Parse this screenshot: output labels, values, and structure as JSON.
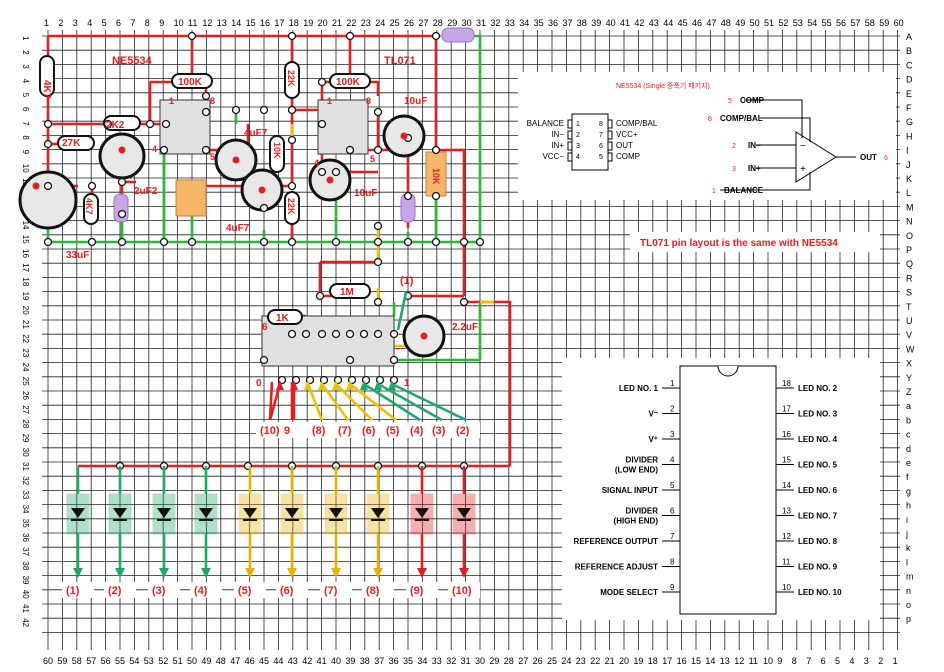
{
  "grid": {
    "top_numbers": [
      "1",
      "2",
      "3",
      "4",
      "5",
      "6",
      "7",
      "8",
      "9",
      "10",
      "11",
      "12",
      "13",
      "14",
      "15",
      "16",
      "17",
      "18",
      "19",
      "20",
      "21",
      "22",
      "23",
      "24",
      "25",
      "26",
      "27",
      "28",
      "29",
      "30",
      "31",
      "32",
      "33",
      "34",
      "35",
      "36",
      "37",
      "38",
      "39",
      "40",
      "41",
      "42",
      "43",
      "44",
      "45",
      "46",
      "47",
      "48",
      "49",
      "50",
      "51",
      "52",
      "53",
      "54",
      "55",
      "56",
      "57",
      "58",
      "59",
      "60"
    ],
    "bottom_numbers": [
      "60",
      "59",
      "58",
      "57",
      "56",
      "55",
      "54",
      "53",
      "52",
      "51",
      "50",
      "49",
      "48",
      "47",
      "46",
      "45",
      "44",
      "43",
      "42",
      "41",
      "40",
      "39",
      "38",
      "37",
      "36",
      "35",
      "34",
      "33",
      "32",
      "31",
      "30",
      "29",
      "28",
      "27",
      "26",
      "25",
      "24",
      "23",
      "22",
      "21",
      "20",
      "19",
      "18",
      "17",
      "16",
      "15",
      "14",
      "13",
      "12",
      "11",
      "10",
      "9",
      "8",
      "7",
      "6",
      "5",
      "4",
      "3",
      "2",
      "1"
    ],
    "left_numbers": [
      "1",
      "2",
      "3",
      "4",
      "5",
      "6",
      "7",
      "8",
      "9",
      "10",
      "11",
      "12",
      "13",
      "14",
      "15",
      "16",
      "17",
      "18",
      "19",
      "20",
      "21",
      "22",
      "23",
      "24",
      "25",
      "26",
      "27",
      "28",
      "29",
      "30",
      "31",
      "32",
      "33",
      "34",
      "35",
      "36",
      "37",
      "38",
      "39",
      "40",
      "41",
      "42"
    ],
    "right_letters": [
      "A",
      "B",
      "C",
      "D",
      "E",
      "F",
      "G",
      "H",
      "I",
      "J",
      "K",
      "L",
      "M",
      "N",
      "O",
      "P",
      "Q",
      "R",
      "S",
      "T",
      "U",
      "V",
      "W",
      "X",
      "Y",
      "Z",
      "a",
      "b",
      "c",
      "d",
      "e",
      "f",
      "g",
      "h",
      "i",
      "j",
      "k",
      "l",
      "m",
      "n",
      "o",
      "p"
    ]
  },
  "components": {
    "ic1_label": "NE5534",
    "ic2_label": "TL071",
    "r_4k7_a": "4K7",
    "r_27k": "27K",
    "r_2k2": "2K2",
    "r_100k_a": "100K",
    "r_100k_b": "100K",
    "r_22k_top": "22K",
    "r_10k": "10K",
    "r_22k_bot": "22K",
    "r_4k7_b": "4K7",
    "r_1m": "1M",
    "r_1k": "1K",
    "r_10k_right": "10K",
    "c_4uf7_a": "4uF7",
    "c_4uf7_b": "4uF7",
    "c_10uf_a": "10uF",
    "c_10uf_b": "10uF",
    "c_2uf2": "2uF2",
    "c_33uf": "33uF",
    "c_2_2uf": "2.2uF",
    "pin_1_a": "1",
    "pin_8_a": "8",
    "pin_4_a": "4",
    "pin_1_b": "1",
    "pin_8_b": "8",
    "pin_4_b": "4",
    "pin_5_b": "5",
    "pin_5_a": "5",
    "lm_pin_label_10": "10",
    "lm_pin_label_1": "1",
    "lm_pin_label_6": "6",
    "minus_label": "-",
    "pin_0": "0"
  },
  "led_channel_labels": [
    "(10)",
    "9",
    "(8)",
    "(7)",
    "(6)",
    "(5)",
    "(4)",
    "(3)",
    "(2)"
  ],
  "led_channel_label_1": "(1)",
  "led_outputs": [
    "(1)",
    "(2)",
    "(3)",
    "(4)",
    "(5)",
    "(6)",
    "(7)",
    "(8)",
    "(9)",
    "(10)"
  ],
  "led_colors": [
    "#1fa86a",
    "#1fa86a",
    "#1fa86a",
    "#1fa86a",
    "#e8b000",
    "#e8b000",
    "#e8b000",
    "#e8b000",
    "#e02020",
    "#e02020"
  ],
  "note": "TL071 pin layout is the same with NE5534",
  "ne5534_panel": {
    "title": "NE5534 (Single 증폭기 패키지)",
    "left_pins": [
      "BALANCE",
      "IN−",
      "IN+",
      "VCC−"
    ],
    "left_nums": [
      "1",
      "2",
      "3",
      "4"
    ],
    "right_pins": [
      "COMP/BAL",
      "VCC+",
      "OUT",
      "COMP"
    ],
    "right_nums": [
      "8",
      "7",
      "6",
      "5"
    ],
    "sym_comp_num": "5",
    "sym_comp": "COMP",
    "sym_compbal_num": "8",
    "sym_compbal": "COMP/BAL",
    "sym_in_minus_num": "2",
    "sym_in_minus": "IN−",
    "sym_in_plus_num": "3",
    "sym_in_plus": "IN+",
    "sym_out": "OUT",
    "sym_out_num": "6",
    "sym_balance_num": "1",
    "sym_balance": "BALANCE",
    "sym_minus": "−",
    "sym_plus": "+"
  },
  "lm3915_panel": {
    "left": [
      {
        "num": "1",
        "label": "LED NO. 1"
      },
      {
        "num": "2",
        "label": "V⁻"
      },
      {
        "num": "3",
        "label": "V⁺"
      },
      {
        "num": "4",
        "label": "DIVIDER\n(LOW END)"
      },
      {
        "num": "5",
        "label": "SIGNAL INPUT"
      },
      {
        "num": "6",
        "label": "DIVIDER\n(HIGH END)"
      },
      {
        "num": "7",
        "label": "REFERENCE OUTPUT"
      },
      {
        "num": "8",
        "label": "REFERENCE ADJUST"
      },
      {
        "num": "9",
        "label": "MODE SELECT"
      }
    ],
    "right": [
      {
        "num": "18",
        "label": "LED NO. 2"
      },
      {
        "num": "17",
        "label": "LED NO. 3"
      },
      {
        "num": "16",
        "label": "LED NO. 4"
      },
      {
        "num": "15",
        "label": "LED NO. 5"
      },
      {
        "num": "14",
        "label": "LED NO. 6"
      },
      {
        "num": "13",
        "label": "LED NO. 7"
      },
      {
        "num": "12",
        "label": "LED NO. 8"
      },
      {
        "num": "11",
        "label": "LED NO. 9"
      },
      {
        "num": "10",
        "label": "LED NO. 10"
      }
    ]
  }
}
